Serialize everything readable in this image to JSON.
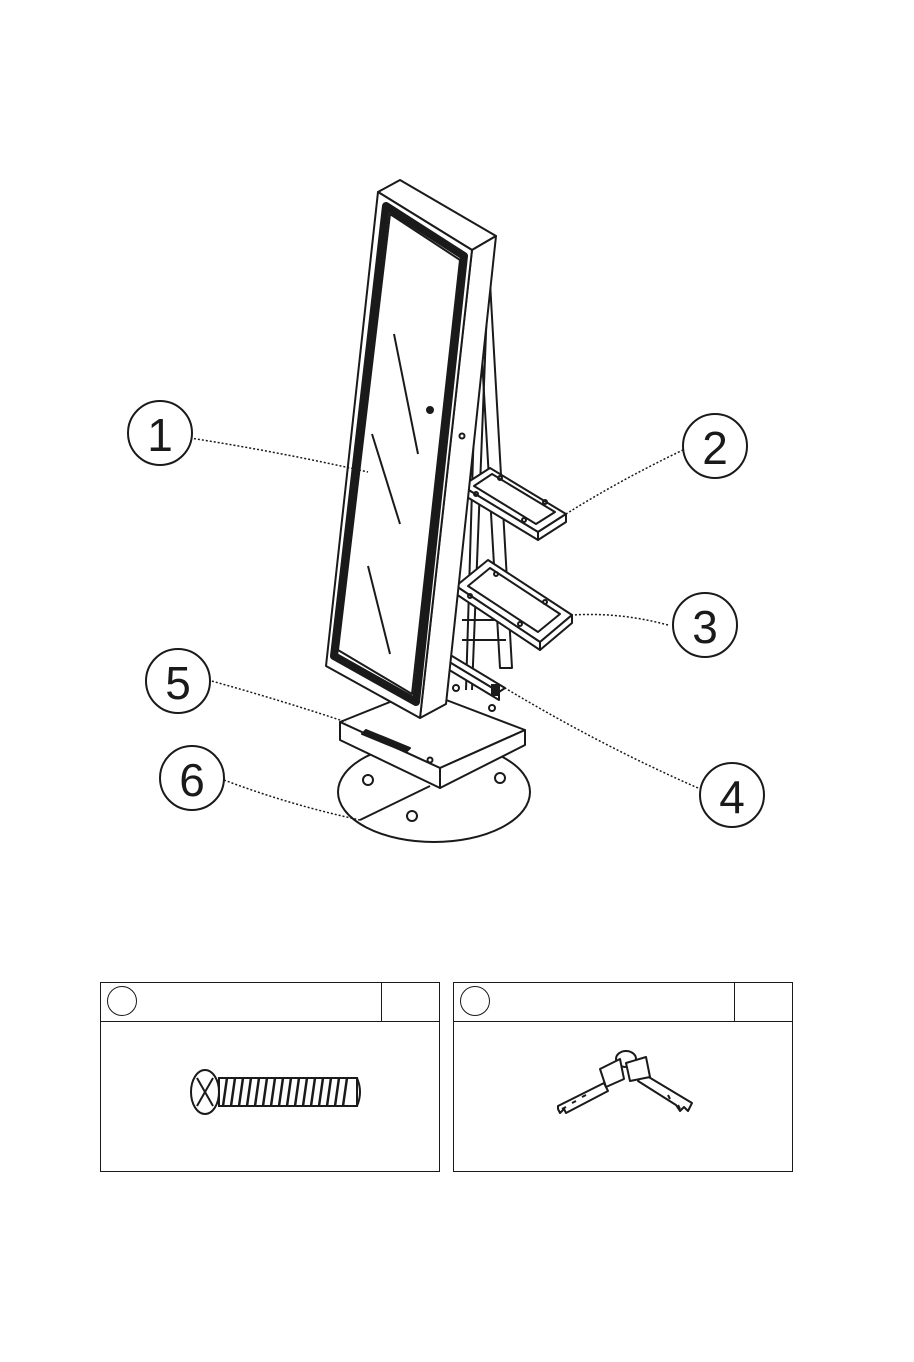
{
  "diagram": {
    "type": "exploded-assembly",
    "callouts": [
      {
        "id": "part-1",
        "label": "1"
      },
      {
        "id": "part-2",
        "label": "2"
      },
      {
        "id": "part-3",
        "label": "3"
      },
      {
        "id": "part-4",
        "label": "4"
      },
      {
        "id": "part-5",
        "label": "5"
      },
      {
        "id": "part-6",
        "label": "6"
      }
    ]
  },
  "hardware": [
    {
      "icon": "screw-icon",
      "letter": "",
      "quantity": ""
    },
    {
      "icon": "keys-icon",
      "letter": "",
      "quantity": ""
    }
  ]
}
